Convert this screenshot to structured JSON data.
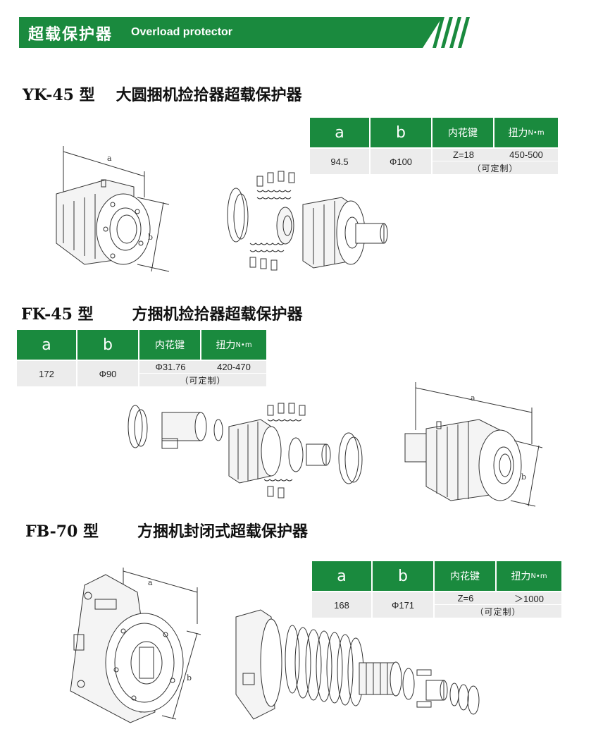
{
  "header": {
    "title_cn": "超载保护器",
    "title_en": "Overload protector"
  },
  "table_headers": {
    "a": "a",
    "b": "b",
    "spline": "内花键",
    "torque": "扭力",
    "torque_unit": "N•m"
  },
  "sections": [
    {
      "model": "YK-45 型",
      "name": "大圆捆机捡拾器超载保护器",
      "a": "94.5",
      "b": "Φ100",
      "spline": "Z=18",
      "torque": "450-500",
      "note": "（可定制）"
    },
    {
      "model": "FK-45 型",
      "name": "方捆机捡拾器超载保护器",
      "a": "172",
      "b": "Φ90",
      "spline": "Φ31.76",
      "torque": "420-470",
      "note": "（可定制）"
    },
    {
      "model": "FB-70 型",
      "name": "方捆机封闭式超载保护器",
      "a": "168",
      "b": "Φ171",
      "spline": "Z=6",
      "torque": "＞1000",
      "note": "（可定制）"
    }
  ],
  "dimension_labels": {
    "a": "a",
    "b": "b"
  },
  "colors": {
    "accent_green": "#1a8a3e",
    "row_gray": "#ececec"
  }
}
